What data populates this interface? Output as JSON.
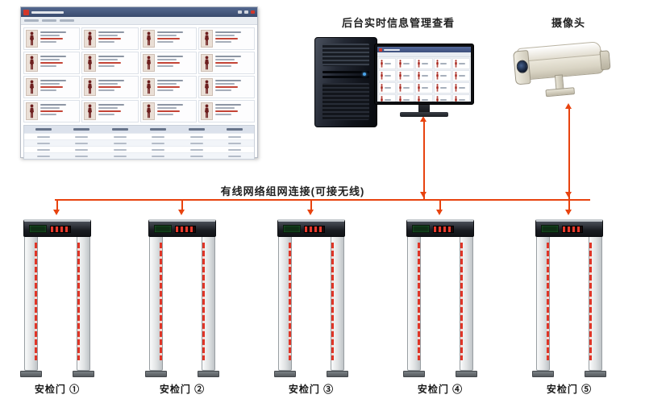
{
  "colors": {
    "accent": "#e8430f",
    "silhouette": "#6e1f1f",
    "silhouette_bright": "#a8251c"
  },
  "labels": {
    "backend": "后台实时信息管理查看",
    "camera": "摄像头",
    "network": "有线网络组网连接(可接无线)"
  },
  "gates": [
    {
      "label": "安检门 ①"
    },
    {
      "label": "安检门 ②"
    },
    {
      "label": "安检门 ③"
    },
    {
      "label": "安检门 ④"
    },
    {
      "label": "安检门 ⑤"
    }
  ],
  "screenshot": {
    "grid": {
      "rows": 4,
      "cols": 4
    },
    "table": {
      "rows": 4,
      "cols": 6
    }
  },
  "monitor": {
    "grid": {
      "rows": 4,
      "cols": 5
    }
  }
}
